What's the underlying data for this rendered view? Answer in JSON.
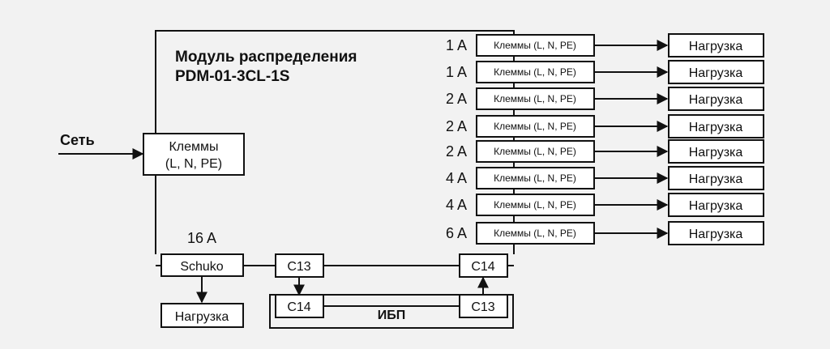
{
  "module": {
    "title_line1": "Модуль распределения",
    "title_line2": "PDM-01-3CL-1S"
  },
  "input": {
    "source_label": "Сеть",
    "terminal_line1": "Клеммы",
    "terminal_line2": "(L, N, PE)"
  },
  "outputs": [
    {
      "rating": "1 A",
      "terminal": "Клеммы (L, N, PE)",
      "load": "Нагрузка"
    },
    {
      "rating": "1 A",
      "terminal": "Клеммы (L, N, PE)",
      "load": "Нагрузка"
    },
    {
      "rating": "2 A",
      "terminal": "Клеммы (L, N, PE)",
      "load": "Нагрузка"
    },
    {
      "rating": "2 A",
      "terminal": "Клеммы (L, N, PE)",
      "load": "Нагрузка"
    },
    {
      "rating": "2 A",
      "terminal": "Клеммы (L, N, PE)",
      "load": "Нагрузка"
    },
    {
      "rating": "4 A",
      "terminal": "Клеммы (L, N, PE)",
      "load": "Нагрузка"
    },
    {
      "rating": "4 A",
      "terminal": "Клеммы (L, N, PE)",
      "load": "Нагрузка"
    },
    {
      "rating": "6 A",
      "terminal": "Клеммы (L, N, PE)",
      "load": "Нагрузка"
    }
  ],
  "schuko": {
    "rating": "16 A",
    "label": "Schuko",
    "load": "Нагрузка"
  },
  "ups": {
    "label": "ИБП",
    "module_c13": "C13",
    "module_c14": "C14",
    "ups_c14": "C14",
    "ups_c13": "C13"
  },
  "colors": {
    "background": "#f2f2f2",
    "stroke": "#111111",
    "box_fill": "#ffffff"
  }
}
